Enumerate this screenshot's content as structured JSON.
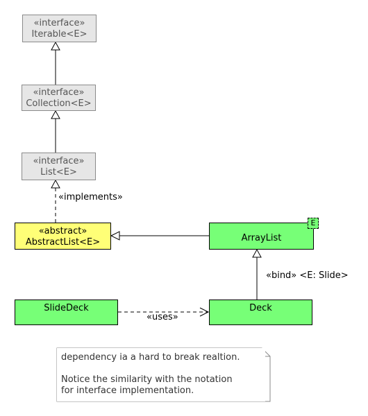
{
  "nodes": {
    "iterable": {
      "stereotype": "«interface»",
      "name": "Iterable<E>"
    },
    "collection": {
      "stereotype": "«interface»",
      "name": "Collection<E>"
    },
    "list": {
      "stereotype": "«interface»",
      "name": "List<E>"
    },
    "abstract_list": {
      "stereotype": "«abstract»",
      "name": "AbstractList<E>"
    },
    "array_list": {
      "name": "ArrayList",
      "type_param": "E"
    },
    "slide_deck": {
      "name": "SlideDeck"
    },
    "deck": {
      "name": "Deck"
    }
  },
  "labels": {
    "implements": "«implements»",
    "bind": "«bind» <E: Slide>",
    "uses": "«uses»"
  },
  "note": {
    "line1": "dependency ia a hard to break realtion.",
    "line2": "Notice the similarity with the notation",
    "line3": "for interface implementation."
  },
  "colors": {
    "interface_fill": "#e6e6e6",
    "abstract_fill": "#ffff77",
    "class_fill": "#77ff77"
  }
}
